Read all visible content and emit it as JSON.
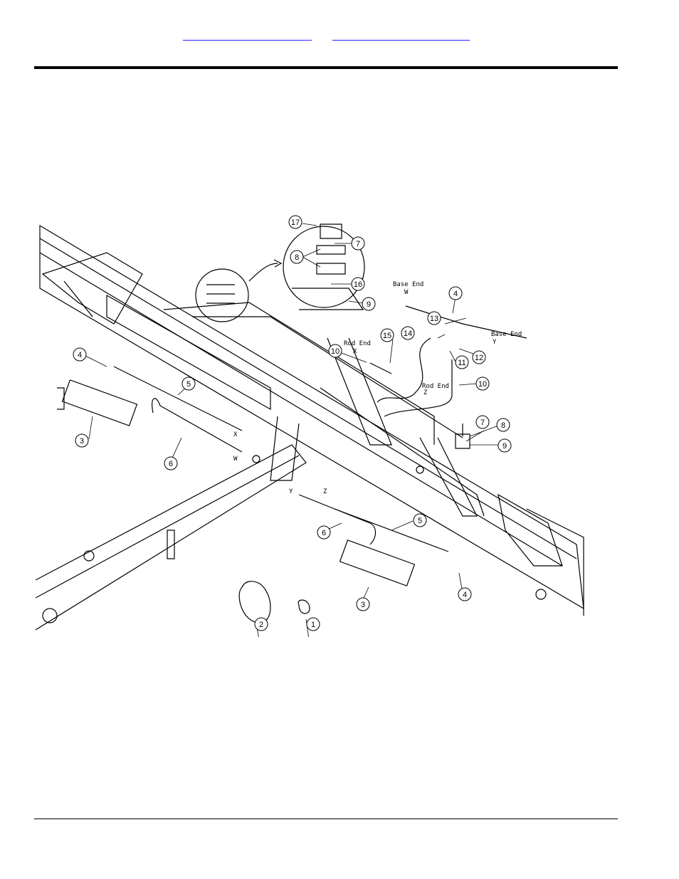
{
  "header": {
    "links": [
      {
        "label": ""
      },
      {
        "label": ""
      }
    ]
  },
  "diagram": {
    "callouts": {
      "c1": "1",
      "c2": "2",
      "c3a": "3",
      "c3b": "3",
      "c4a": "4",
      "c4b": "4",
      "c4c": "4",
      "c5a": "5",
      "c5b": "5",
      "c6a": "6",
      "c6b": "6",
      "c7a": "7",
      "c7b": "7",
      "c8a": "8",
      "c8b": "8",
      "c9a": "9",
      "c9b": "9",
      "c10a": "10",
      "c10b": "10",
      "c11": "11",
      "c12": "12",
      "c13": "13",
      "c14": "14",
      "c15": "15",
      "c16": "16",
      "c17": "17"
    },
    "notes": {
      "base_end_w_1": "Base End",
      "base_end_w_2": "W",
      "base_end_y_1": "Base End",
      "base_end_y_2": "Y",
      "rod_end_x_1": "Rod End",
      "rod_end_x_2": "X",
      "rod_end_z_1": "Rod End",
      "rod_end_z_2": "Z",
      "hose_x": "X",
      "hose_w": "W",
      "hose_y": "Y",
      "hose_z": "Z"
    }
  }
}
